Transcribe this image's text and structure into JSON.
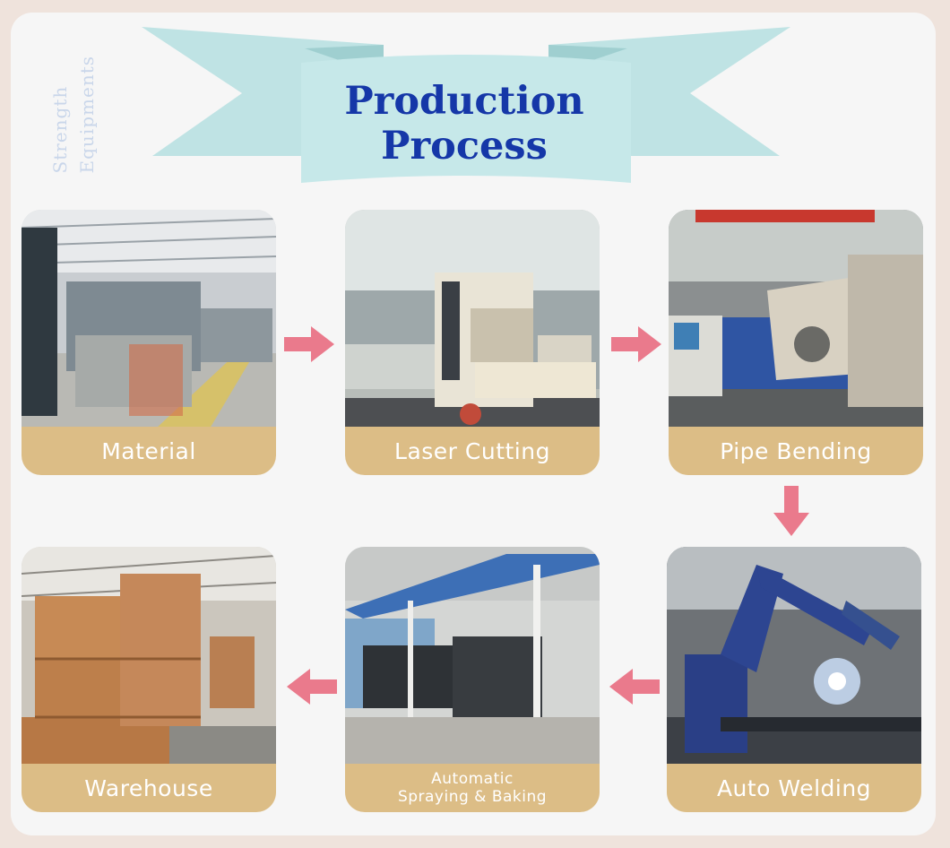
{
  "header": {
    "title_line1": "Production",
    "title_line2": "Process",
    "watermark_line1": "Strength",
    "watermark_line2": "Equipments"
  },
  "colors": {
    "title": "#1537a8",
    "ribbon": "#bfe3e4",
    "caption_bg": "#dcbd86",
    "arrow": "#ea7a8c",
    "panel": "#f6f6f6",
    "page": "#efe3dc"
  },
  "steps": [
    {
      "label": "Material",
      "photo": "steel-pipe-stock-photo"
    },
    {
      "label": "Laser Cutting",
      "photo": "laser-cutting-machine-photo"
    },
    {
      "label": "Pipe Bending",
      "photo": "pipe-bending-machine-photo"
    },
    {
      "label": "Auto Welding",
      "photo": "robotic-welding-photo"
    },
    {
      "label_line1": "Automatic",
      "label_line2": "Spraying & Baking",
      "photo": "spray-booth-photo"
    },
    {
      "label": "Warehouse",
      "photo": "wooden-crates-warehouse-photo"
    }
  ],
  "arrows": [
    "arrow-right-icon",
    "arrow-right-icon",
    "arrow-down-icon",
    "arrow-left-icon",
    "arrow-left-icon"
  ]
}
